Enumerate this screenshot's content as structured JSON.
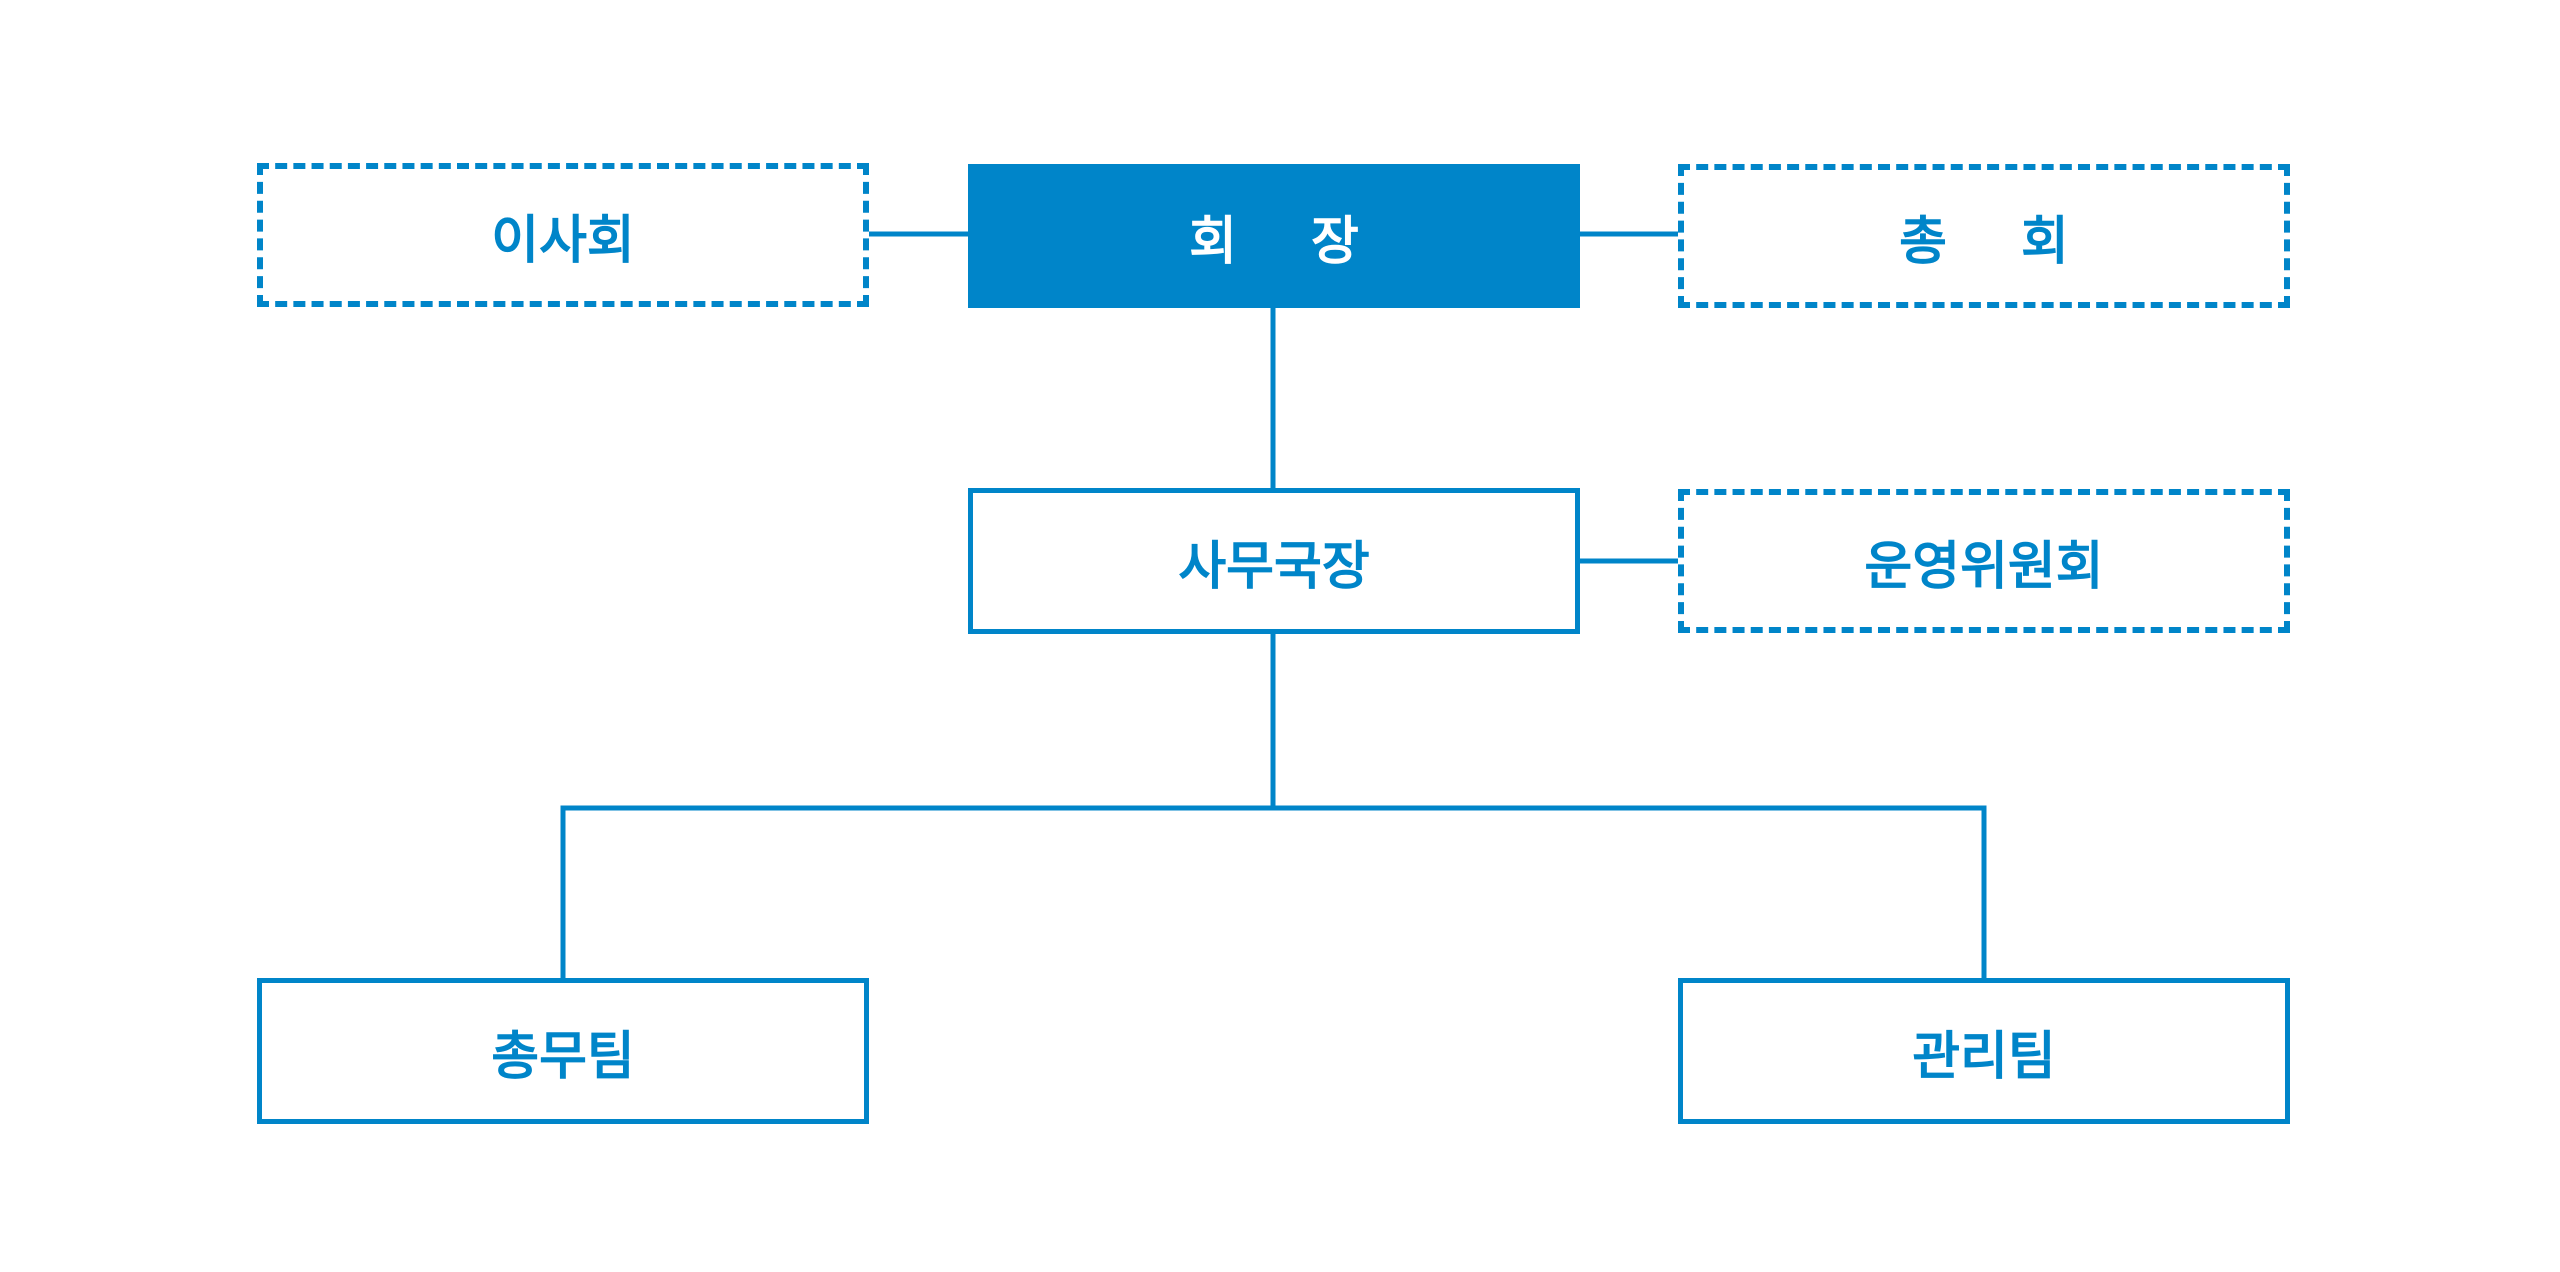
{
  "colors": {
    "primary": "#0085c9",
    "background": "#ffffff",
    "filled_text": "#ffffff"
  },
  "nodes": {
    "chairman": {
      "label": "회 장",
      "style": "filled"
    },
    "board": {
      "label": "이사회",
      "style": "dashed"
    },
    "general_assembly": {
      "label": "총 회",
      "style": "dashed"
    },
    "secretary_general": {
      "label": "사무국장",
      "style": "solid"
    },
    "steering_committee": {
      "label": "운영위원회",
      "style": "dashed"
    },
    "general_affairs_team": {
      "label": "총무팀",
      "style": "solid"
    },
    "management_team": {
      "label": "관리팀",
      "style": "solid"
    }
  },
  "edges": [
    {
      "from": "chairman",
      "to": "board"
    },
    {
      "from": "chairman",
      "to": "general_assembly"
    },
    {
      "from": "chairman",
      "to": "secretary_general"
    },
    {
      "from": "secretary_general",
      "to": "steering_committee"
    },
    {
      "from": "secretary_general",
      "to": "general_affairs_team"
    },
    {
      "from": "secretary_general",
      "to": "management_team"
    }
  ]
}
